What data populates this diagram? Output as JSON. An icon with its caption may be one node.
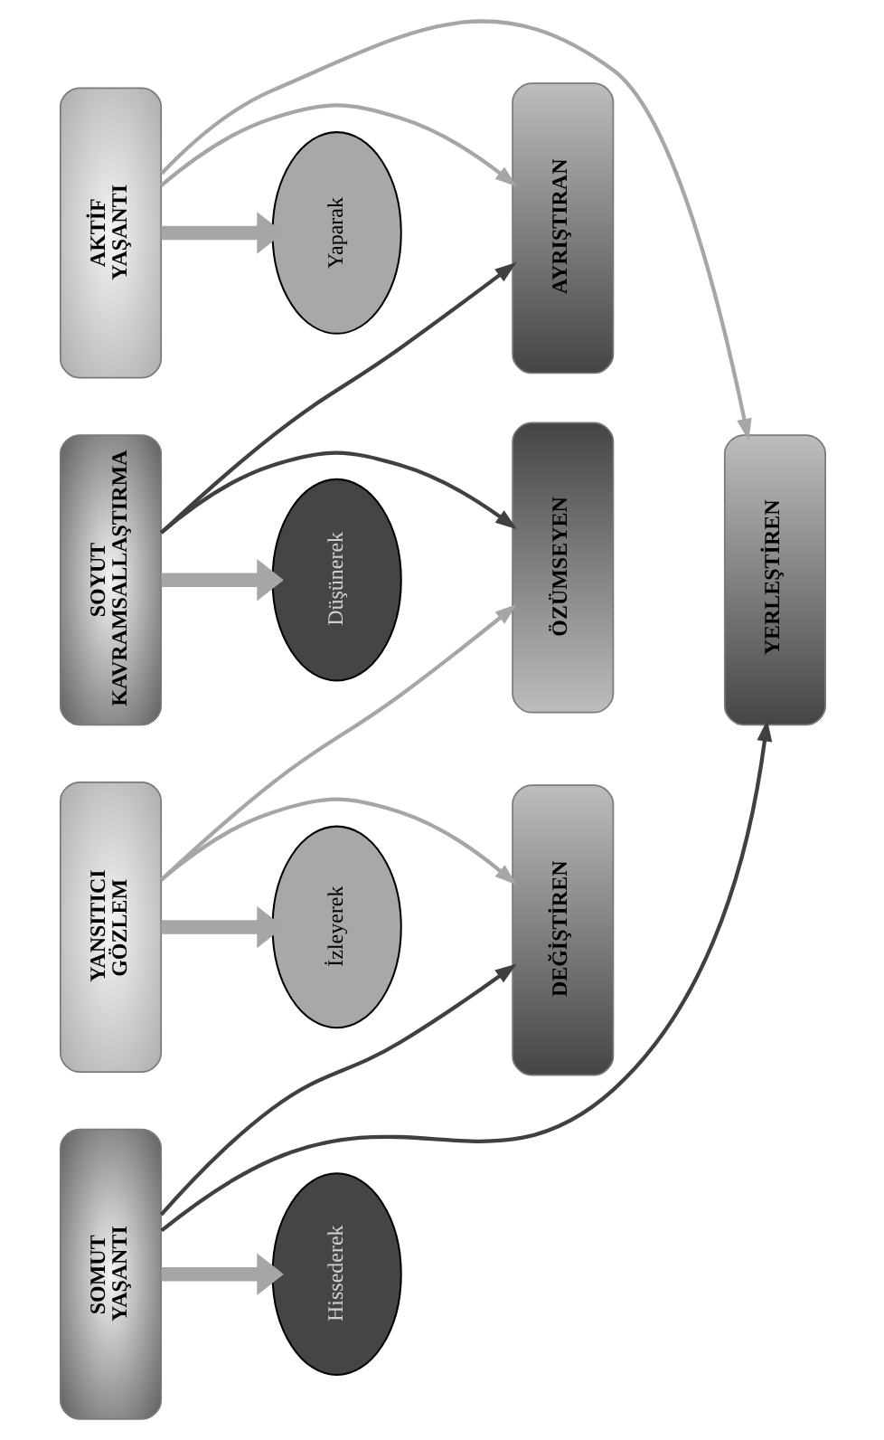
{
  "diagram": {
    "nodes": [
      {
        "text": [
          "SOMUT YAŞANTI"
        ]
      },
      {
        "text": [
          "YANSITICI GÖZLEM"
        ]
      },
      {
        "text": [
          "SOYUT KAVRAMSALLAŞTIRMA"
        ]
      },
      {
        "text": [
          "AKTİF YAŞANTI"
        ]
      },
      {
        "text": [
          "Hissederek"
        ]
      },
      {
        "text": [
          "İzleyerek"
        ]
      },
      {
        "text": [
          "Düşünerek"
        ]
      },
      {
        "text": [
          "Yaparak"
        ]
      },
      {
        "text": [
          "DEĞİŞTİREN"
        ]
      },
      {
        "text": [
          "ÖZÜMSEYEN"
        ]
      },
      {
        "text": [
          "AYRIŞTIRAN"
        ]
      },
      {
        "text": [
          "YERLEŞTİREN"
        ]
      }
    ],
    "edges": [
      {
        "from": 0,
        "to": 4,
        "arrow": "to",
        "style": "thick"
      },
      {
        "from": 1,
        "to": 5,
        "arrow": "to",
        "style": "thick"
      },
      {
        "from": 2,
        "to": 6,
        "arrow": "to",
        "style": "thick"
      },
      {
        "from": 3,
        "to": 7,
        "arrow": "to",
        "style": "thick"
      },
      {
        "from": 0,
        "to": 8,
        "arrow": "to",
        "color": "#404040"
      },
      {
        "from": 1,
        "to": 8,
        "arrow": "to"
      },
      {
        "from": 1,
        "to": 9,
        "arrow": "to"
      },
      {
        "from": 2,
        "to": 9,
        "arrow": "to",
        "color": "#404040"
      },
      {
        "from": 2,
        "to": 10,
        "arrow": "to",
        "color": "#404040"
      },
      {
        "from": 3,
        "to": 10,
        "arrow": "to"
      },
      {
        "from": 3,
        "to": 11,
        "arrow": "to"
      },
      {
        "from": 0,
        "to": 11,
        "arrow": "to",
        "color": "#404040"
      }
    ]
  }
}
